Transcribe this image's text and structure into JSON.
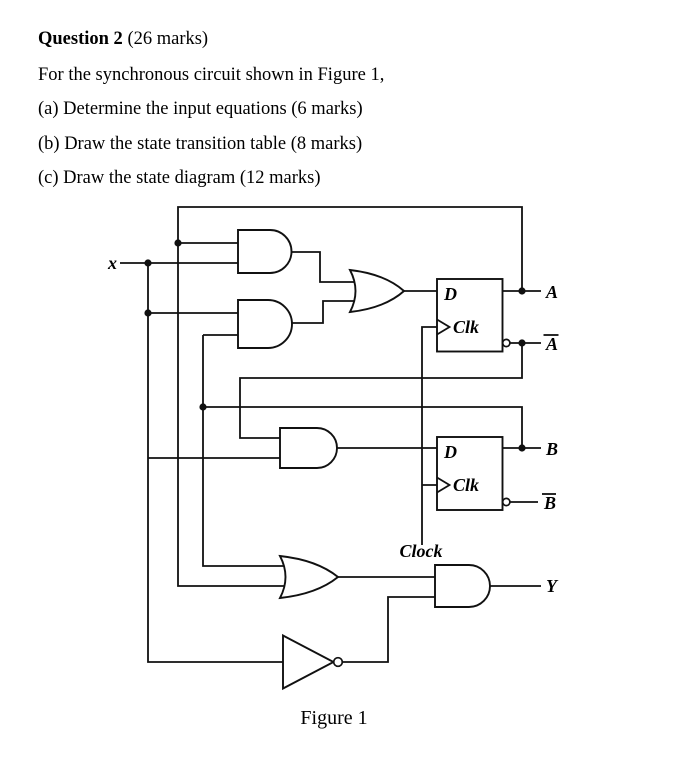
{
  "question": {
    "number": "Question 2",
    "marks": " (26 marks)",
    "intro": "For the synchronous circuit shown in Figure 1,",
    "parts": [
      "(a) Determine the input equations (6 marks)",
      "(b) Draw the state transition table (8 marks)",
      "(c) Draw the state diagram (12 marks)"
    ]
  },
  "figure": {
    "caption": "Figure 1",
    "ink_color": "#111111",
    "input_label": "x",
    "clock_label": "Clock",
    "output_label": "Y",
    "flip_flops": [
      {
        "d_label": "D",
        "clk_label": "Clk",
        "q_label": "A",
        "q_not_label": "A",
        "q_not_has_overline": true
      },
      {
        "d_label": "D",
        "clk_label": "Clk",
        "q_label": "B",
        "q_not_label": "B",
        "q_not_has_overline": true
      }
    ]
  }
}
